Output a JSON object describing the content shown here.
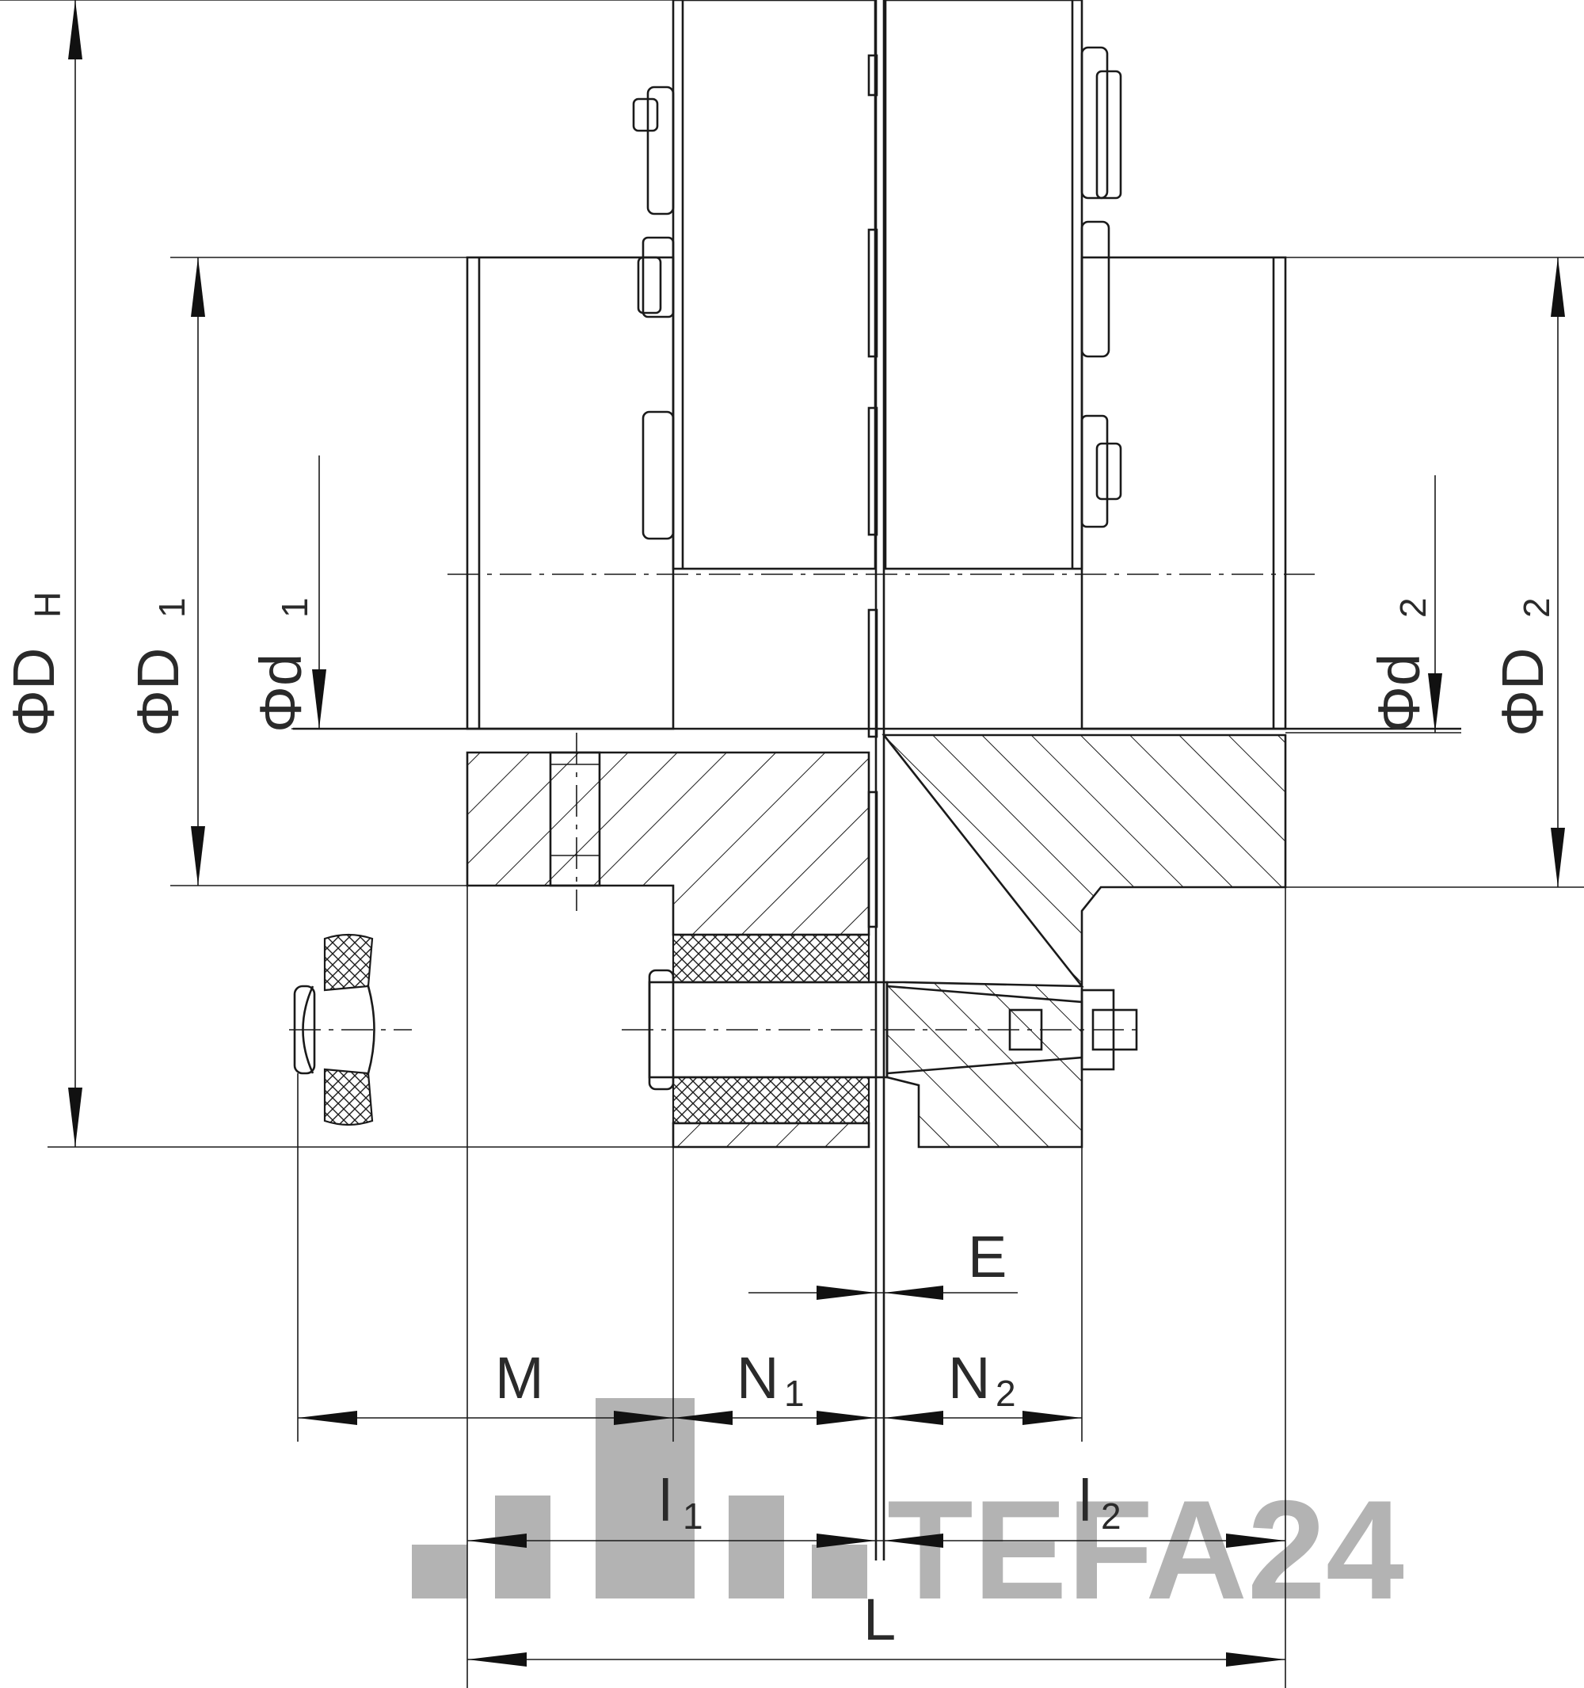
{
  "labels": {
    "dh": "ΦD",
    "dh_sub": "H",
    "d1_big": "ΦD",
    "d1_big_sub": "1",
    "d1_small": "Φd",
    "d1_small_sub": "1",
    "d2_small": "Φd",
    "d2_small_sub": "2",
    "d2_big": "ΦD",
    "d2_big_sub": "2",
    "e": "E",
    "m": "M",
    "n1": "N",
    "n1_sub": "1",
    "n2": "N",
    "n2_sub": "2",
    "l1": "l",
    "l1_sub": "1",
    "l2": "l",
    "l2_sub": "2",
    "l": "L"
  },
  "watermark": {
    "text": "TEFA24",
    "color": "#b3b3b3"
  },
  "colors": {
    "line": "#1a1a1a",
    "background": "#ffffff"
  }
}
